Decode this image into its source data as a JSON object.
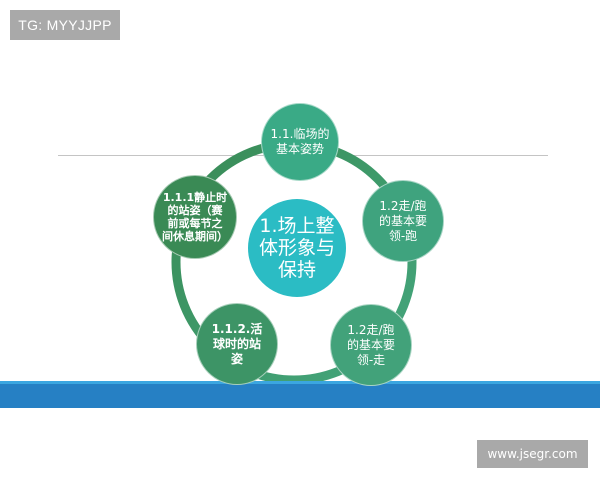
{
  "watermarks": {
    "top_left": "TG: MYYJJPP",
    "bottom_right": "www.jsegr.com"
  },
  "diagram": {
    "center": {
      "label": "1.场上整\n体形象与\n保持",
      "color": "#2bbcc4"
    },
    "ring_color": "#3e9a6a",
    "nodes": [
      {
        "id": "top",
        "label": "1.1.临场的\n基本姿势",
        "color": "#3aaa86"
      },
      {
        "id": "right",
        "label": "1.2走/跑\n的基本要\n领-跑",
        "color": "#3fa37e"
      },
      {
        "id": "bottom-right",
        "label": "1.2走/跑\n的基本要\n领-走",
        "color": "#42a27a"
      },
      {
        "id": "bottom-left",
        "label": "1.1.2.活\n球时的站\n姿",
        "color": "#3d9466"
      },
      {
        "id": "left",
        "label": "1.1.1静止时\n的站姿（赛\n前或每节之\n间休息期间）",
        "color": "#3a8a55"
      }
    ]
  },
  "colors": {
    "bar_blue": "#2680c4",
    "bar_highlight": "#3ba6e0",
    "divider": "#c4c4c4",
    "watermark_bg": "#a9a9a9"
  }
}
